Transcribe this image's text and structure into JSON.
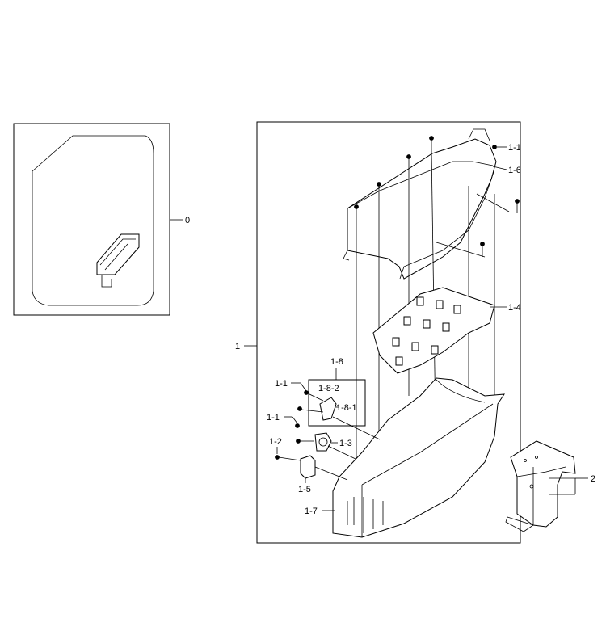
{
  "callouts": {
    "c0": "0",
    "c1": "1",
    "c1_1_top": "1-1",
    "c1_6": "1-6",
    "c1_4": "1-4",
    "c1_8": "1-8",
    "c1_1_mid": "1-1",
    "c1_8_2": "1-8-2",
    "c1_8_1": "1-8-1",
    "c1_1_low": "1-1",
    "c1_3": "1-3",
    "c1_2": "1-2",
    "c1_5": "1-5",
    "c1_7": "1-7",
    "c2": "2"
  }
}
